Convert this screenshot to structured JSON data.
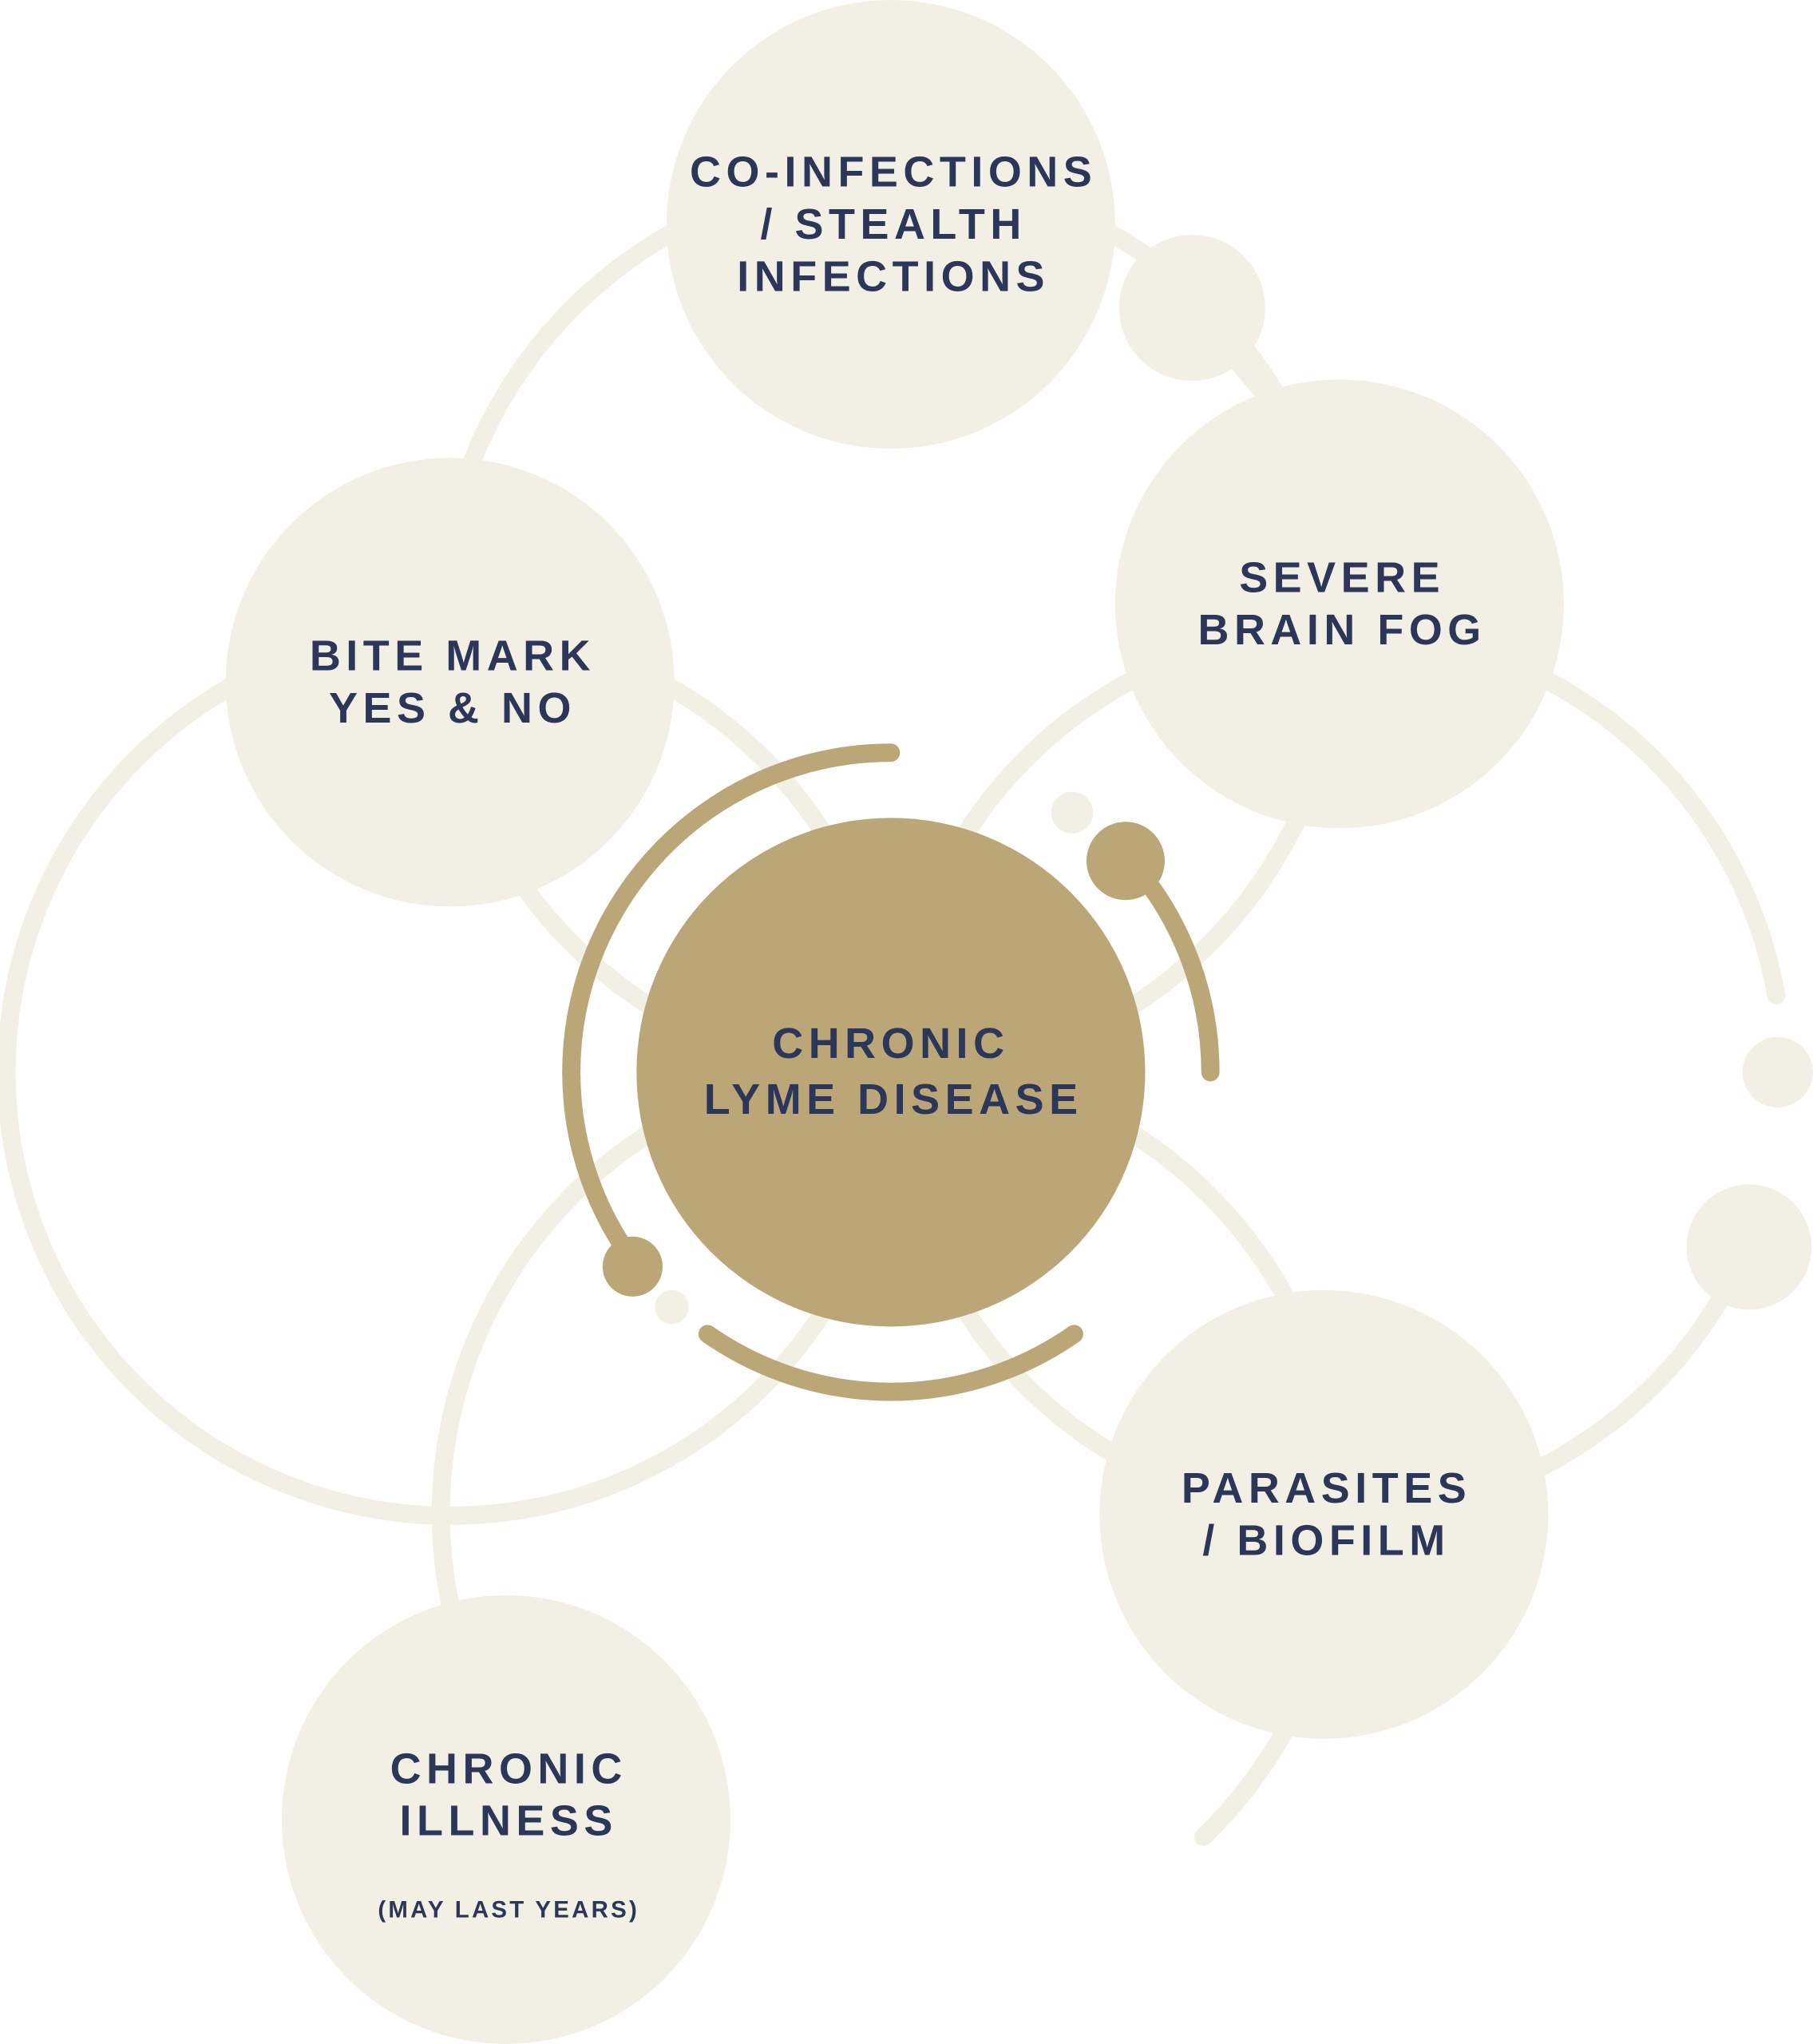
{
  "colors": {
    "cream": "#f2f0e4",
    "gold": "#bba677",
    "navy": "#2b3659"
  },
  "center": {
    "line1": "CHRONIC",
    "line2": "LYME DISEASE"
  },
  "nodes": {
    "coinfections": {
      "line1": "CO-INFECTIONS",
      "line2": "/ STEALTH",
      "line3": "INFECTIONS"
    },
    "brainfog": {
      "line1": "SEVERE",
      "line2": "BRAIN FOG"
    },
    "bitemark": {
      "line1": "BITE MARK",
      "line2": "YES & NO"
    },
    "parasites": {
      "line1": "PARASITES",
      "line2": "/ BIOFILM"
    },
    "illness": {
      "line1": "CHRONIC",
      "line2": "ILLNESS",
      "note": "(MAY LAST YEARS)"
    }
  }
}
